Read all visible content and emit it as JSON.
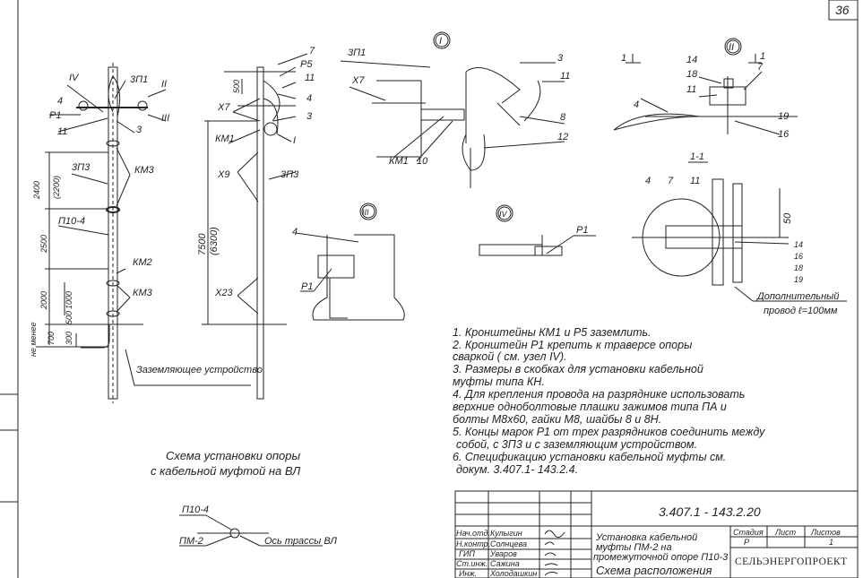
{
  "sheet_number": "36",
  "pole_scheme_1": {
    "labels": {
      "node4": "IV",
      "zp1": "3П1",
      "node2": "II",
      "item4": "4",
      "node3": "III",
      "p1": "P1",
      "item11": "11",
      "item3": "3",
      "zp3": "3П3",
      "km3a": "КМ3",
      "p10_4": "П10-4",
      "km2": "КМ2",
      "km3b": "КМ3",
      "ground": "Заземляющее устройство",
      "min": "не менее"
    },
    "dims": {
      "d2400": "2400",
      "d2200": "(2200)",
      "d2500": "2500",
      "d2000": "2000",
      "d1000": "1000",
      "d500": "500",
      "d700": "700",
      "d300": "300"
    }
  },
  "pole_scheme_2": {
    "labels": {
      "item7": "7",
      "p5": "P5",
      "item11": "11",
      "item4": "4",
      "x7": "Х7",
      "item3": "3",
      "km1": "КМ1",
      "node1": "I",
      "x9": "Х9",
      "zp3": "3П3",
      "x23": "Х23"
    },
    "dims": {
      "d500": "500",
      "d7500": "7500",
      "d6300": "(6300)"
    }
  },
  "detail_1": {
    "title": "I",
    "labels": {
      "zp1": "3П1",
      "x7": "Х7",
      "item3": "3",
      "item11": "11",
      "item8": "8",
      "item12": "12",
      "km1": "КМ1",
      "item10": "10"
    }
  },
  "detail_2": {
    "title": "II",
    "labels": {
      "cut_a": "1",
      "cut_b": "1",
      "item14": "14",
      "item18": "18",
      "item11": "11",
      "item7": "7",
      "item4": "4",
      "item19": "19",
      "item16": "16"
    }
  },
  "section_1_1": {
    "title": "1-1",
    "labels": {
      "item4": "4",
      "item7": "7",
      "item11": "11",
      "dim50": "50",
      "item14": "14",
      "item16": "16",
      "item18": "18",
      "item19": "19",
      "extra_wire_1": "Дополнительный",
      "extra_wire_2": "провод ℓ=100мм"
    }
  },
  "detail_3": {
    "title": "III",
    "labels": {
      "item4": "4",
      "p1": "P1"
    }
  },
  "detail_4": {
    "title": "IV",
    "labels": {
      "p1": "P1"
    }
  },
  "notes": [
    "1. Кронштейны  КМ1  и  Р5  заземлить.",
    "2. Кронштейн  Р1  крепить  к  траверсе  опоры",
    "сваркой  ( см.  узел  IV).",
    "3. Размеры  в  скобках  для  установки  кабельной",
    "муфты  типа  КН.",
    "4. Для  крепления  провода  на  разряднике  использовать",
    "верхние  одноболтовые  плашки  зажимов  типа  ПА  и",
    "болты  М8х60,  гайки  М8,  шайбы  8  и  8Н.",
    "5. Концы  марок  Р1  от  трех  разрядников  соединить  между",
    "собой,  с  3П3  и  с  заземляющим  устройством.",
    "6. Спецификацию  установки  кабельной  муфты  см.",
    "докум.   3.407.1- 143.2.4."
  ],
  "caption": {
    "line1": "Схема установки опоры",
    "line2": "с кабельной муфтой на ВЛ"
  },
  "layout_scheme": {
    "pole": "П10-4",
    "coupling": "ПМ-2",
    "axis": "Ось трассы ВЛ"
  },
  "title_block": {
    "doc_code": "3.407.1 - 143.2.20",
    "roles": [
      {
        "role": "Нач.отд.",
        "name": "Кулыгин"
      },
      {
        "role": "Н.контр.",
        "name": "Солнцева"
      },
      {
        "role": "ГИП",
        "name": "Уваров"
      },
      {
        "role": "Ст.инж.",
        "name": "Сажина"
      },
      {
        "role": "Инж.",
        "name": "Холодашкин"
      }
    ],
    "title_lines": [
      "Установка  кабельной",
      "муфты  ПМ-2    на",
      "промежуточной  опоре  П10-3"
    ],
    "subtitle": "Схема  расположения",
    "stage_label": "Стадия",
    "sheet_label": "Лист",
    "sheets_label": "Листов",
    "stage": "Р",
    "sheet": "",
    "sheets": "1",
    "organization": "СЕЛЬЭНЕРГОПРОЕКТ"
  }
}
